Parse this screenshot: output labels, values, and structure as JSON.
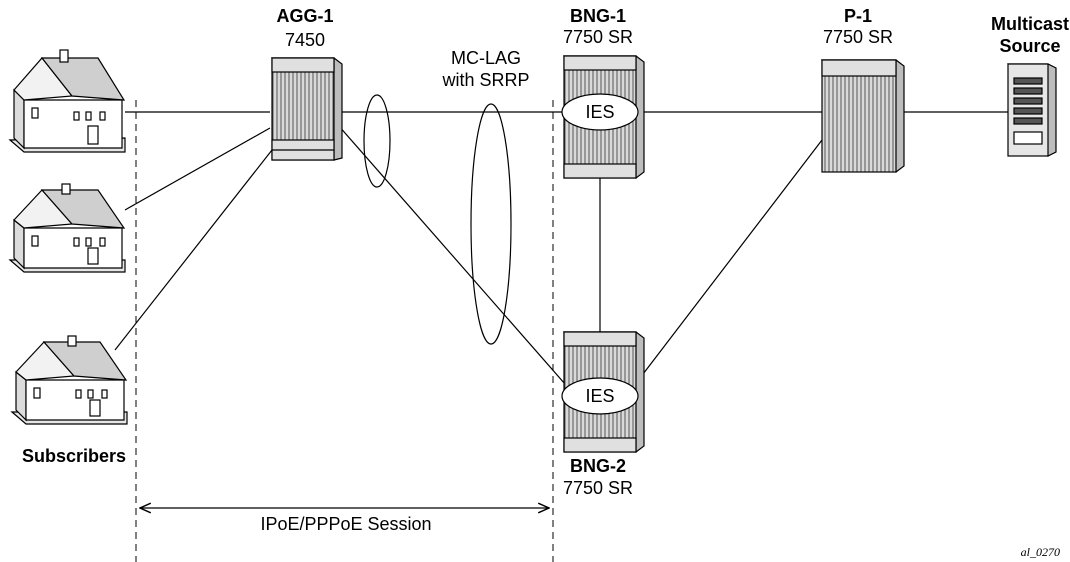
{
  "nodes": {
    "agg1": {
      "name": "AGG-1",
      "model": "7450"
    },
    "bng1": {
      "name": "BNG-1",
      "model": "7750 SR",
      "service": "IES"
    },
    "bng2": {
      "name": "BNG-2",
      "model": "7750 SR",
      "service": "IES"
    },
    "p1": {
      "name": "P-1",
      "model": "7750 SR"
    },
    "source": {
      "line1": "Multicast",
      "line2": "Source"
    }
  },
  "labels": {
    "mclag_line1": "MC-LAG",
    "mclag_line2": "with SRRP",
    "subscribers": "Subscribers",
    "session": "IPoE/PPPoE Session",
    "figure_ref": "al_0270"
  }
}
